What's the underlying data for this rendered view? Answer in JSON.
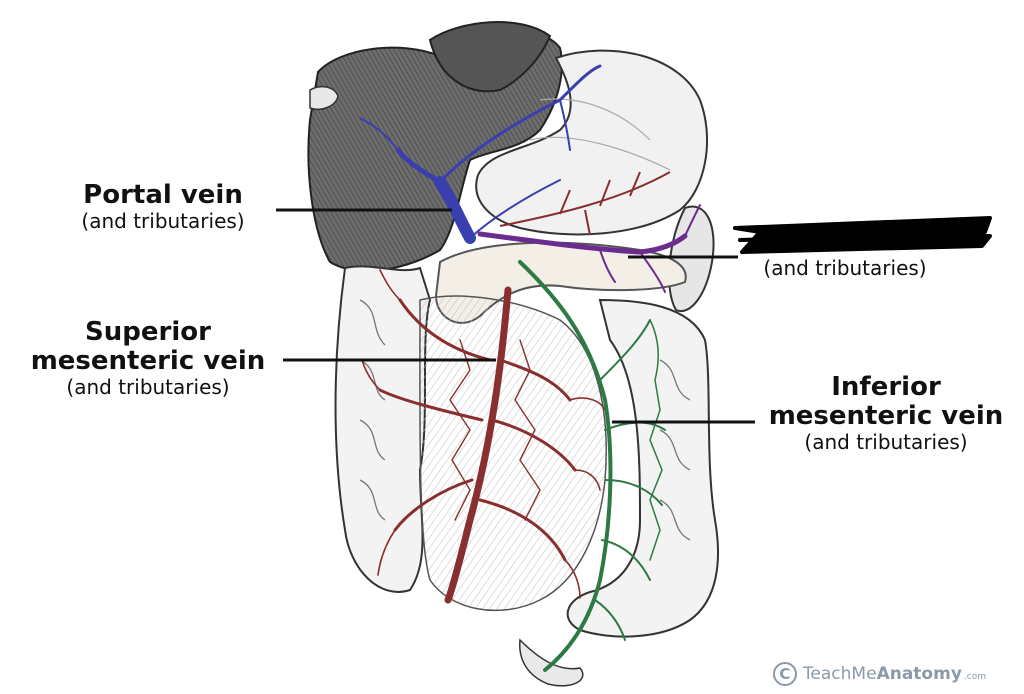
{
  "labels": {
    "portal": {
      "title": "Portal vein",
      "sub": "(and tributaries)"
    },
    "splenic": {
      "title": "",
      "sub": "(and tributaries)"
    },
    "superior": {
      "title_line1": "Superior",
      "title_line2": "mesenteric vein",
      "sub": "(and tributaries)"
    },
    "inferior": {
      "title_line1": "Inferior",
      "title_line2": "mesenteric vein",
      "sub": "(and tributaries)"
    }
  },
  "watermark": {
    "symbol": "C",
    "prefix": "TeachMe",
    "bold": "Anatomy",
    "suffix": ".com"
  },
  "colors": {
    "portal_vein": "#3a3fb0",
    "splenic_vein": "#6b2c8f",
    "superior_mesenteric_vein": "#8a2f2f",
    "inferior_mesenteric_vein": "#2e7a45",
    "redaction": "#000000",
    "leader_line": "#111111"
  }
}
